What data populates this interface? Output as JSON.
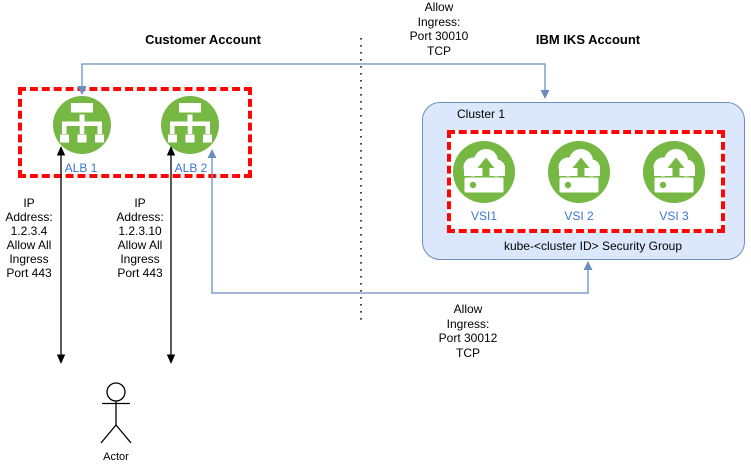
{
  "diagram": {
    "left_title": "Customer Account",
    "right_title": "IBM IKS Account"
  },
  "annotations": {
    "top_ingress": "Allow\nIngress:\nPort 30010\nTCP",
    "bottom_ingress": "Allow\nIngress:\nPort 30012\nTCP",
    "alb1_ip": "IP\nAddress:\n1.2.3.4\nAllow All\nIngress\nPort 443",
    "alb2_ip": "IP\nAddress:\n1.2.3.10\nAllow All\nIngress\nPort 443"
  },
  "customer": {
    "albs": [
      {
        "label": "ALB 1"
      },
      {
        "label": "ALB 2"
      }
    ]
  },
  "cluster": {
    "title": "Cluster 1",
    "security_group": "kube-<cluster ID> Security Group",
    "vsis": [
      {
        "label": "VSI1"
      },
      {
        "label": "VSI 2"
      },
      {
        "label": "VSI 3"
      }
    ]
  },
  "actor": {
    "label": "Actor"
  },
  "colors": {
    "node_green": "#76b843",
    "boundary_red": "#ff0505",
    "connector_blue": "#6c8ebf",
    "cluster_fill": "#dbe8fb",
    "cluster_border": "#6c8ebf",
    "node_label_blue": "#3b77cf",
    "text_black": "#000000"
  }
}
